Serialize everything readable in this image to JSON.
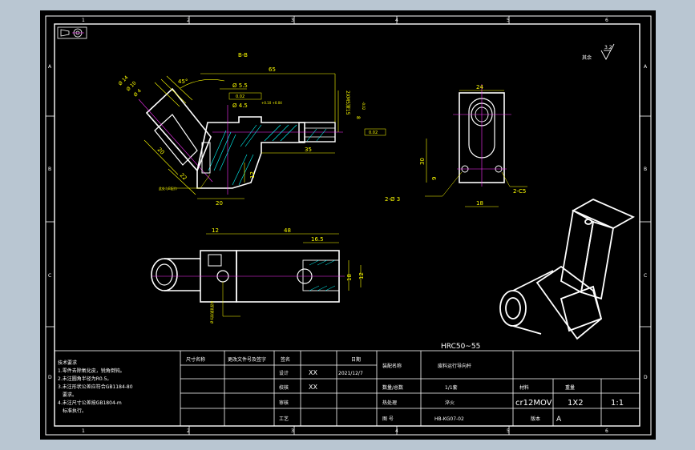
{
  "colors": {
    "background": "#b9c6d2",
    "sheet": "#000000",
    "outline": "#ffffff",
    "dimension": "#ffff00",
    "centerline": "#ff33ff",
    "hatch": "#00ffff"
  },
  "icons": [
    "view-symbol-icon",
    "roughness-symbol-icon"
  ],
  "zone_numbers_top": [
    "1",
    "2",
    "3",
    "4",
    "5",
    "6"
  ],
  "zone_numbers_bottom": [
    "1",
    "2",
    "3",
    "4",
    "5",
    "6"
  ],
  "zone_letters": [
    "A",
    "B",
    "C",
    "D"
  ],
  "section_label": "B-B",
  "roughness": {
    "prefix": "其余",
    "value": "3.2"
  },
  "dimensions": {
    "d65": "65",
    "d45deg": "45°",
    "d55": "Ø 5.5",
    "tol1": "0.02",
    "d45": "Ø 4.5",
    "d45_tol": "+0.10 +0.04",
    "d20": "20",
    "d22": "22",
    "d12": "12",
    "d35": "35",
    "d20b": "20",
    "phi14": "Ø 14",
    "phi10": "Ø 10",
    "phi4": "Ø 4",
    "thread": "2XM5深15",
    "d8": "8",
    "d8_tol": "-0.02",
    "tol2": "0.02",
    "d24": "24",
    "d30": "30",
    "d9": "9",
    "d18": "18",
    "c5": "2-C5",
    "d3": "2-Ø 3",
    "d12b": "12",
    "d48": "48",
    "d165": "16.5",
    "d18b": "18",
    "d12c": "12",
    "note_a": "此处与B配作",
    "note_b": "Ø 6深/通孔配作",
    "hrc": "HRC50~55"
  },
  "notes": {
    "heading": "技术要求",
    "lines": [
      "1.零件去除氧化皮，锐角倒钝。",
      "2.未注圆角半径为R0.5。",
      "3.未注形状公差应符合GB1184-80",
      "要求。",
      "4.未注尺寸公差按GB1804-m",
      "标准执行。"
    ]
  },
  "title_block": {
    "headers": [
      "尺寸名称",
      "更改文件号及签字",
      "签名",
      "日期"
    ],
    "designer_label": "设计",
    "designer_value": "XX",
    "date_value": "2021/12/7",
    "checker_label": "校核",
    "checker_value": "XX",
    "review_label": "审核",
    "process_label": "工艺",
    "drawing_no_label": "图 号",
    "drawing_no_value": "HB-KG07-02",
    "assembly_label": "装配名称",
    "part_name": "废料运行导向杆",
    "qty_label": "数量/总数",
    "qty_value": "1/1套",
    "heat_label": "热处理",
    "heat_value": "淬火",
    "material_label": "材料",
    "material_value": "cr12MOV",
    "weight_label": "重量",
    "weight_value": "1X2",
    "scale_value": "1:1",
    "version_label": "版本",
    "version_value": "A"
  }
}
